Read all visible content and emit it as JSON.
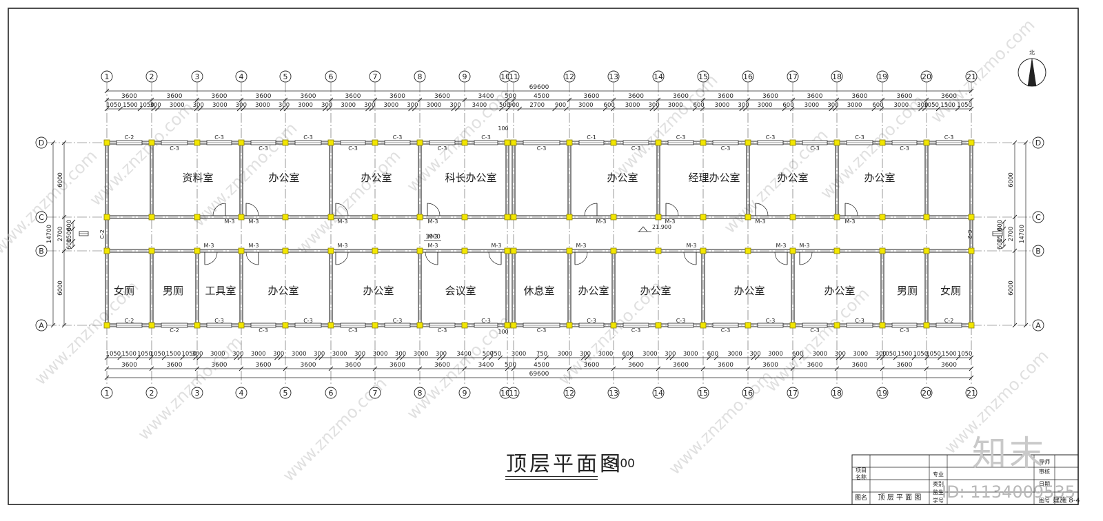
{
  "drawing": {
    "title": "顶层平面图",
    "scale": "1:100",
    "north_label": "北",
    "elevation": "21.900"
  },
  "grid": {
    "columns": [
      "1",
      "2",
      "3",
      "4",
      "5",
      "6",
      "7",
      "8",
      "9",
      "10",
      "11",
      "12",
      "13",
      "14",
      "15",
      "16",
      "17",
      "18",
      "19",
      "20",
      "21"
    ],
    "rows": [
      "D",
      "C",
      "B",
      "A"
    ]
  },
  "dimensions": {
    "total": "69600",
    "top_spans": [
      "3600",
      "3600",
      "3600",
      "3600",
      "3600",
      "3600",
      "3600",
      "3600",
      "3400",
      "500",
      "4500",
      "3600",
      "3600",
      "3600",
      "3600",
      "3600",
      "3600",
      "3600",
      "3600",
      "3600"
    ],
    "bottom_spans": [
      "3600",
      "3600",
      "3600",
      "3600",
      "3600",
      "3600",
      "3600",
      "3600",
      "3400",
      "500",
      "4500",
      "3600",
      "3600",
      "3600",
      "3600",
      "3600",
      "3600",
      "3600",
      "3600",
      "3600"
    ],
    "top_detail": [
      "1050",
      "1500",
      "1050",
      "300",
      "3000",
      "300",
      "3000",
      "300",
      "3000",
      "300",
      "3000",
      "300",
      "3000",
      "300",
      "3000",
      "300",
      "3000",
      "300",
      "3400",
      "500",
      "900",
      "2700",
      "900",
      "3000",
      "600",
      "3000",
      "300",
      "3000",
      "600",
      "3000",
      "300",
      "3000",
      "600",
      "3000",
      "300",
      "3000",
      "600",
      "3000",
      "300",
      "1050",
      "1500",
      "1050"
    ],
    "bottom_detail": [
      "1050",
      "1500",
      "1050",
      "1050",
      "1500",
      "1050",
      "300",
      "3000",
      "300",
      "3000",
      "300",
      "3000",
      "300",
      "3000",
      "300",
      "3000",
      "300",
      "3000",
      "300",
      "3400",
      "500",
      "750",
      "3000",
      "750",
      "3000",
      "300",
      "3000",
      "600",
      "3000",
      "300",
      "3000",
      "600",
      "3000",
      "300",
      "3000",
      "600",
      "3000",
      "300",
      "3000",
      "300",
      "1050",
      "1500",
      "1050",
      "1050",
      "1500",
      "1050"
    ],
    "left": [
      "6000",
      "2700",
      "6000",
      "14700"
    ],
    "left_corridor": [
      "600",
      "1500",
      "600"
    ],
    "right": [
      "6000",
      "2700",
      "6000",
      "14700"
    ],
    "right_corridor": [
      "600",
      "1500",
      "600"
    ],
    "misc": [
      "1000",
      "100",
      "100"
    ]
  },
  "rooms_north": [
    "资料室",
    "办公室",
    "办公室",
    "科长办公室",
    "办公室",
    "经理办公室",
    "办公室",
    "办公室"
  ],
  "rooms_south": [
    "女厕",
    "男厕",
    "工具室",
    "办公室",
    "办公室",
    "会议室",
    "休息室",
    "办公室",
    "办公室",
    "办公室",
    "办公室",
    "男厕",
    "女厕"
  ],
  "window_tags": {
    "north": [
      "C-2",
      "C-3",
      "C-3",
      "C-3",
      "C-3",
      "C-3",
      "C-3",
      "C-3",
      "C-3",
      "C-3",
      "C-1",
      "C-3",
      "C-3",
      "C-3",
      "C-3",
      "C-3",
      "C-3",
      "C-3",
      "C-3",
      "C-2"
    ],
    "south": [
      "C-2",
      "C-2",
      "C-3",
      "C-3",
      "C-3",
      "C-3",
      "C-3",
      "C-3",
      "C-3",
      "C-3",
      "C-3",
      "C-3",
      "C-3",
      "C-3",
      "C-3",
      "C-3",
      "C-3",
      "C-3",
      "C-2",
      "C-2"
    ],
    "side": [
      "C-2",
      "C-2"
    ]
  },
  "door_tags": {
    "north_row": [
      "M-3",
      "M-3",
      "M-3",
      "M-3",
      "M-3",
      "M-3",
      "M-3",
      "M-3"
    ],
    "south_row": [
      "M-3",
      "M-3",
      "M-3",
      "M-3",
      "M-3",
      "M-3",
      "M-3",
      "M-3",
      "M-3",
      "M-3"
    ]
  },
  "title_block": {
    "project_label": "项目\n名称",
    "drawing_name_label": "图名",
    "drawing_name": "顶 层 平 面 图",
    "fields": [
      "专业",
      "类别",
      "监生",
      "学号",
      "导师",
      "审核",
      "日期",
      "图号"
    ],
    "sheet_no": "建施 8-4"
  },
  "watermark": {
    "logo": "知末",
    "id": "ID: 1134009535",
    "url": "www.znzmo.com"
  },
  "colors": {
    "line": "#222222",
    "column": "#f2e600",
    "column_stroke": "#8a8000",
    "watermark": "#c8c8c8"
  }
}
